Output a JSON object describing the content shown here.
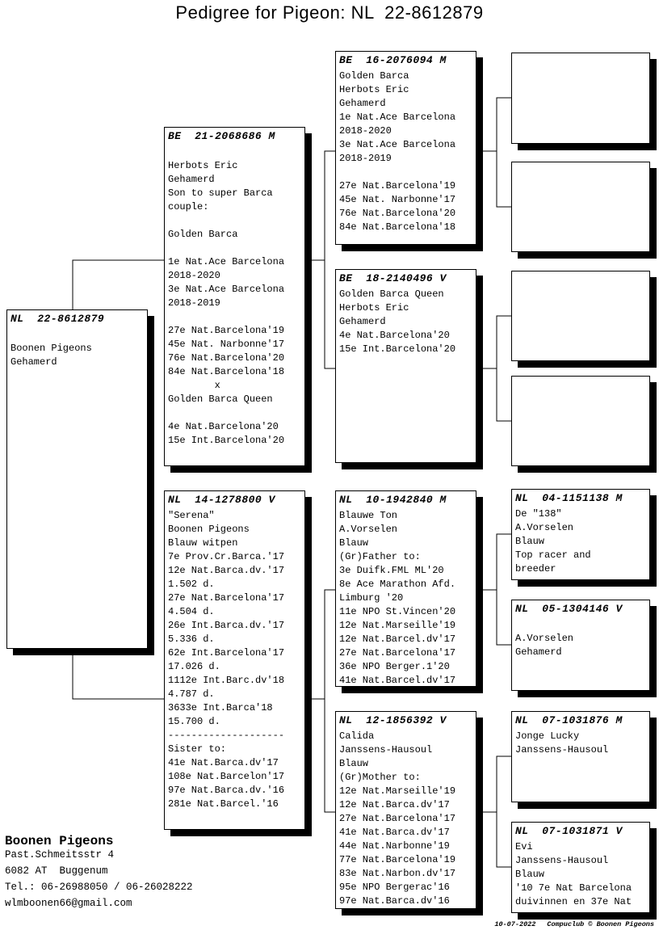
{
  "title": "Pedigree for Pigeon: NL  22-8612879",
  "pedigree": {
    "subject": {
      "ring": "NL  22-8612879",
      "lines": [
        "",
        "Boonen Pigeons",
        "Gehamerd"
      ]
    },
    "sire": {
      "ring": "BE  21-2068686 M",
      "lines": [
        "",
        "Herbots Eric",
        "Gehamerd",
        "Son to super Barca",
        "couple:",
        "",
        "Golden Barca",
        "",
        "1e Nat.Ace Barcelona",
        "2018-2020",
        "3e Nat.Ace Barcelona",
        "2018-2019",
        "",
        "27e Nat.Barcelona'19",
        "45e Nat. Narbonne'17",
        "76e Nat.Barcelona'20",
        "84e Nat.Barcelona'18",
        "        x",
        "Golden Barca Queen",
        "",
        "4e Nat.Barcelona'20",
        "15e Int.Barcelona'20"
      ]
    },
    "dam": {
      "ring": "NL  14-1278800 V",
      "lines": [
        "\"Serena\"",
        "Boonen Pigeons",
        "Blauw witpen",
        "7e Prov.Cr.Barca.'17",
        "12e Nat.Barca.dv.'17",
        "1.502 d.",
        "27e Nat.Barcelona'17",
        "4.504 d.",
        "26e Int.Barca.dv.'17",
        "5.336 d.",
        "62e Int.Barcelona'17",
        "17.026 d.",
        "1112e Int.Barc.dv'18",
        "4.787 d.",
        "3633e Int.Barca'18",
        "15.700 d.",
        "--------------------",
        "Sister to:",
        "41e Nat.Barca.dv'17",
        "108e Nat.Barcelon'17",
        "97e Nat.Barca.dv.'16",
        "281e Nat.Barcel.'16"
      ]
    },
    "sire_sire": {
      "ring": "BE  16-2076094 M",
      "lines": [
        "Golden Barca",
        "Herbots Eric",
        "Gehamerd",
        "1e Nat.Ace Barcelona",
        "2018-2020",
        "3e Nat.Ace Barcelona",
        "2018-2019",
        "",
        "27e Nat.Barcelona'19",
        "45e Nat. Narbonne'17",
        "76e Nat.Barcelona'20",
        "84e Nat.Barcelona'18"
      ]
    },
    "sire_dam": {
      "ring": "BE  18-2140496 V",
      "lines": [
        "Golden Barca Queen",
        "Herbots Eric",
        "Gehamerd",
        "4e Nat.Barcelona'20",
        "15e Int.Barcelona'20"
      ]
    },
    "dam_sire": {
      "ring": "NL  10-1942840 M",
      "lines": [
        "Blauwe Ton",
        "A.Vorselen",
        "Blauw",
        "(Gr)Father to:",
        "3e Duifk.FML ML'20",
        "8e Ace Marathon Afd.",
        "Limburg '20",
        "11e NPO St.Vincen'20",
        "12e Nat.Marseille'19",
        "12e Nat.Barcel.dv'17",
        "27e Nat.Barcelona'17",
        "36e NPO Berger.1'20",
        "41e Nat.Barcel.dv'17"
      ]
    },
    "dam_dam": {
      "ring": "NL  12-1856392 V",
      "lines": [
        "Calida",
        "Janssens-Hausoul",
        "Blauw",
        "(Gr)Mother to:",
        "12e Nat.Marseille'19",
        "12e Nat.Barca.dv'17",
        "27e Nat.Barcelona'17",
        "41e Nat.Barca.dv'17",
        "44e Nat.Narbonne'19",
        "77e Nat.Barcelona'19",
        "83e Nat.Narbon.dv'17",
        "95e NPO Bergerac'16",
        "97e Nat.Barca.dv'16"
      ]
    },
    "sire_sire_sire": {
      "ring": "",
      "lines": []
    },
    "sire_sire_dam": {
      "ring": "",
      "lines": []
    },
    "sire_dam_sire": {
      "ring": "",
      "lines": []
    },
    "sire_dam_dam": {
      "ring": "",
      "lines": []
    },
    "dam_sire_sire": {
      "ring": "NL  04-1151138 M",
      "lines": [
        "De \"138\"",
        "A.Vorselen",
        "Blauw",
        "Top racer and",
        "breeder"
      ]
    },
    "dam_sire_dam": {
      "ring": "NL  05-1304146 V",
      "lines": [
        "",
        "A.Vorselen",
        "Gehamerd"
      ]
    },
    "dam_dam_sire": {
      "ring": "NL  07-1031876 M",
      "lines": [
        "Jonge Lucky",
        "Janssens-Hausoul"
      ]
    },
    "dam_dam_dam": {
      "ring": "NL  07-1031871 V",
      "lines": [
        "Evi",
        "Janssens-Hausoul",
        "Blauw",
        "'10 7e Nat Barcelona",
        "duivinnen en 37e Nat"
      ]
    }
  },
  "footer": {
    "owner": "Boonen Pigeons",
    "address_lines": [
      "Past.Schmeitsstr 4",
      "6082 AT  Buggenum",
      "Tel.: 06-26988050 / 06-26028222",
      "wlmboonen66@gmail.com"
    ],
    "date": "10-07-2022",
    "credit": "Compuclub © Boonen Pigeons"
  }
}
